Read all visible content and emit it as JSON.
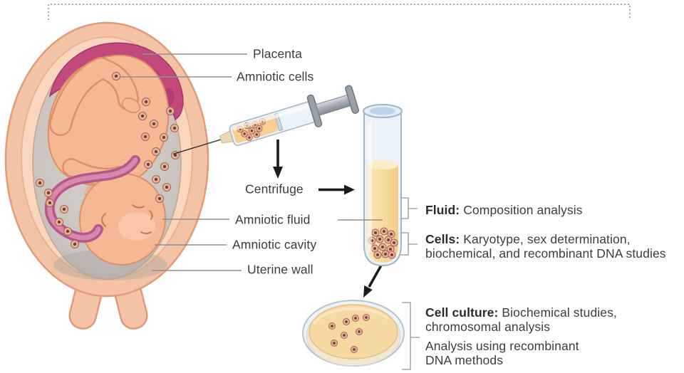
{
  "figure": {
    "description": "Amniocentesis procedure diagram: fetus in uterus, syringe sampling amniotic fluid, centrifuged test tube, petri-dish cell culture",
    "labels": {
      "placenta": "Placenta",
      "amniotic_cells": "Amniotic cells",
      "centrifuge": "Centrifuge",
      "amniotic_fluid": "Amniotic fluid",
      "amniotic_cavity": "Amniotic cavity",
      "uterine_wall": "Uterine wall"
    },
    "results": {
      "fluid_term": "Fluid:",
      "fluid_desc": " Composition analysis",
      "cells_term": "Cells:",
      "cells_desc": " Karyotype, sex determination,\nbiochemical, and recombinant DNA studies",
      "culture_term": "Cell culture:",
      "culture_desc": " Biochemical studies,\nchromosomal analysis",
      "analysis_text": "Analysis using recombinant\nDNA methods"
    }
  },
  "colors": {
    "uterine_wall": "#f4c3a6",
    "inner_wall": "#f9d6bd",
    "cavity": "#c9c4c0",
    "placenta": "#c3497d",
    "fetus_skin": "#f6b894",
    "cord": "#dختих",
    "cord_inner": "#d887ae",
    "cord_outer": "#b8558a",
    "fluid": "#f8dda2",
    "agar": "#f6d9a2",
    "cell_outer": "#e9b49a",
    "cell_core": "#6e3f38",
    "glass": "#ebf2f8",
    "text": "#3d3d3d",
    "leader_line": "#8f8f8f",
    "arrow": "#1c1c1c"
  }
}
